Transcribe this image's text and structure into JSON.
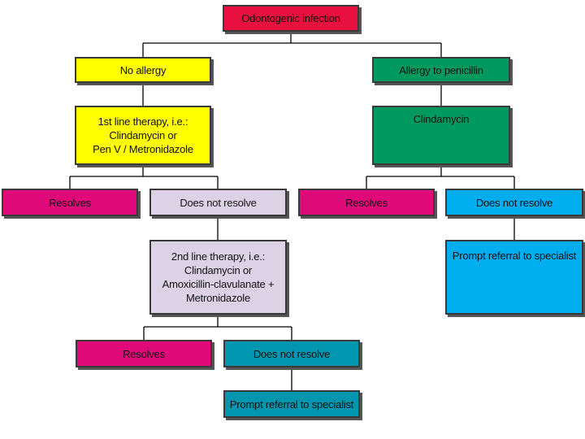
{
  "colors": {
    "red": "#e8103f",
    "yellow": "#ffff00",
    "green": "#009a5e",
    "magenta": "#e0097a",
    "lavender": "#dcd2e6",
    "sky_blue": "#00adef",
    "teal": "#0096b0",
    "line": "#000000"
  },
  "nodes": {
    "root": "Odontogenic infection",
    "no_allergy": "No allergy",
    "allergy": "Allergy to penicillin",
    "first_line": "1st line therapy, i.e.:\nClindamycin or\nPen V / Metronidazole",
    "clindamycin": "Clindamycin",
    "resolves_left": "Resolves",
    "not_resolve_left": "Does not resolve",
    "resolves_right": "Resolves",
    "not_resolve_right": "Does not resolve",
    "second_line": "2nd line therapy, i.e.:\nClindamycin or\nAmoxicillin-clavulanate +\nMetronidazole",
    "referral_right": "Prompt referral to specialist",
    "resolves_bottom": "Resolves",
    "not_resolve_bottom": "Does not resolve",
    "referral_bottom": "Prompt referral to specialist"
  }
}
